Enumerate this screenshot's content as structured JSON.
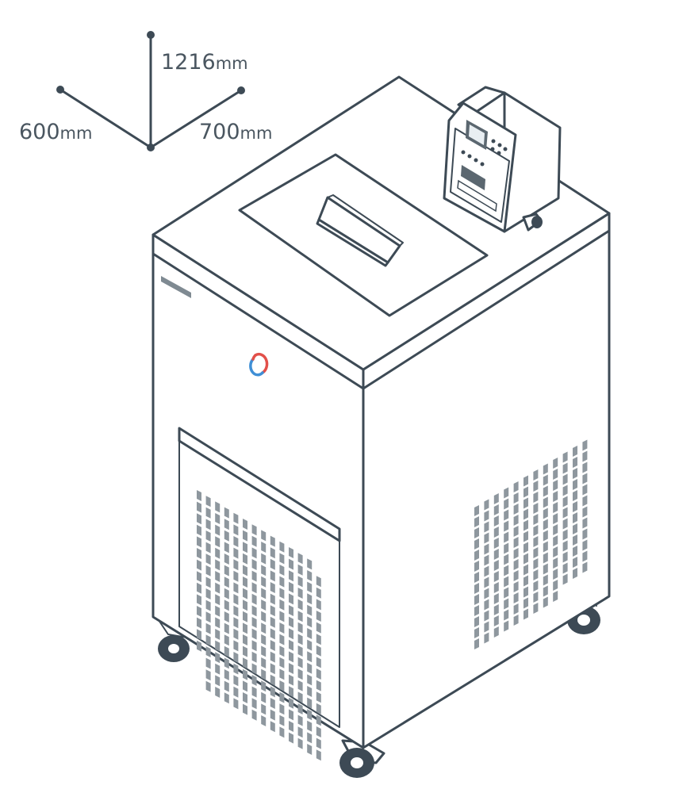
{
  "dimensions": {
    "height": {
      "value": "1216",
      "unit": "mm"
    },
    "depth": {
      "value": "600",
      "unit": "mm"
    },
    "width": {
      "value": "700",
      "unit": "mm"
    }
  },
  "colors": {
    "outline": "#3d4a55",
    "vent": "#8e979e",
    "logo_red": "#e2504a",
    "logo_blue": "#3f8fd6"
  },
  "icons": {
    "logo": "circle-logo-icon",
    "dimension_axes": "axes-icon"
  }
}
